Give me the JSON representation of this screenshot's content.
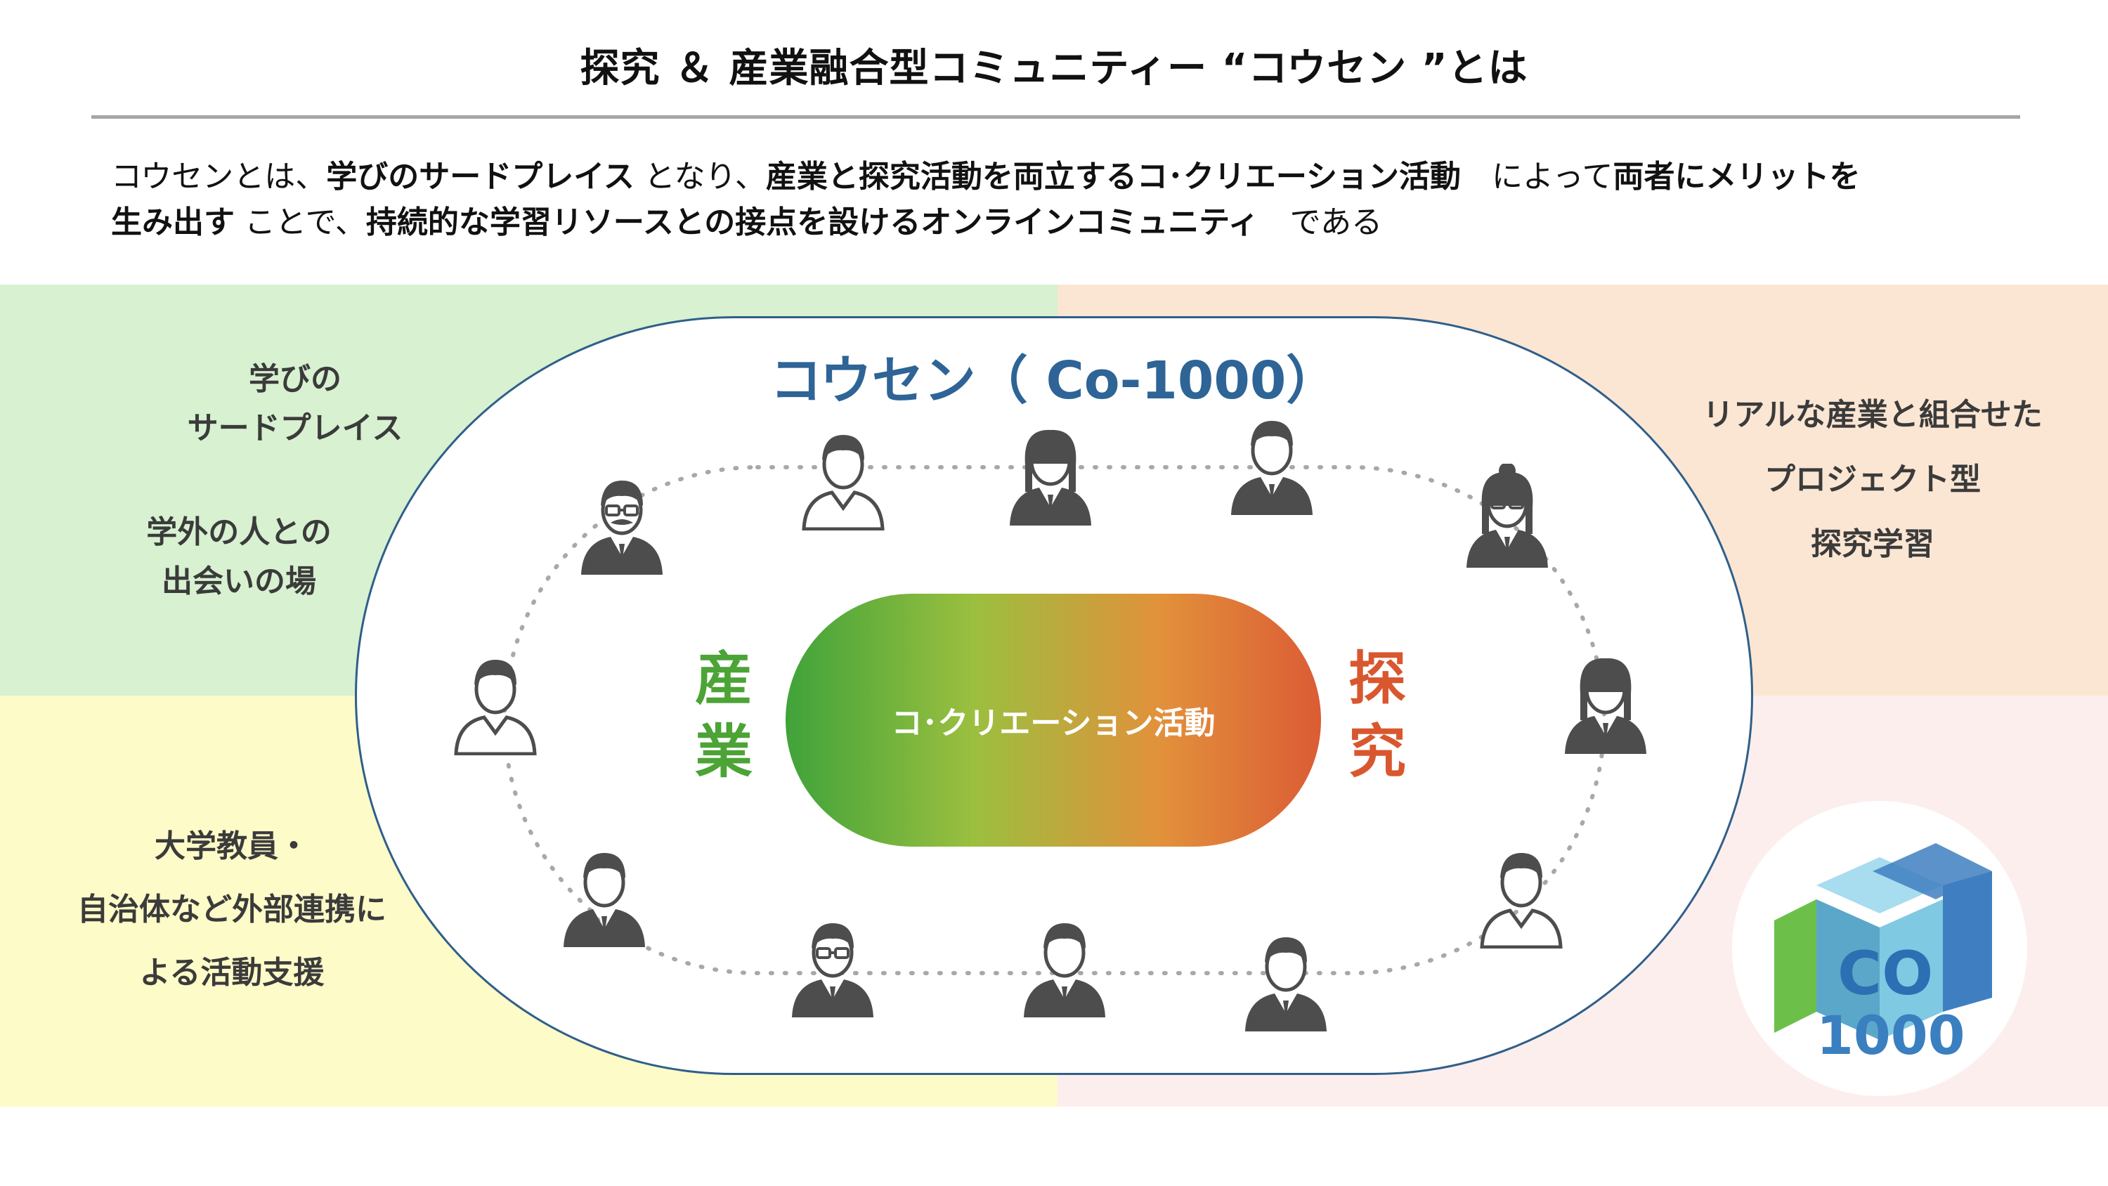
{
  "title": "探究 ＆ 産業融合型コミュニティー “コウセン ”とは",
  "intro": {
    "line1": [
      {
        "text": "コウセンとは、",
        "bold": false
      },
      {
        "text": "学びのサードプレイス",
        "bold": true
      },
      {
        "text": " となり、",
        "bold": false
      },
      {
        "text": "産業と探究活動を両立するコ･クリエーション活動",
        "bold": true
      },
      {
        "text": "　によって",
        "bold": false
      },
      {
        "text": "両者にメリットを",
        "bold": true
      }
    ],
    "line2": [
      {
        "text": "生み出す",
        "bold": true
      },
      {
        "text": " ことで、",
        "bold": false
      },
      {
        "text": "持続的な学習リソースとの接点を設けるオンラインコミュニティ",
        "bold": true
      },
      {
        "text": "　である",
        "bold": false
      }
    ]
  },
  "quadrants": {
    "top_left": {
      "color": "#d7f1d1",
      "lines_a": [
        "学びの",
        "サードプレイス"
      ],
      "lines_b": [
        "学外の人との",
        "出会いの場"
      ]
    },
    "bottom_left": {
      "color": "#fdfbc8",
      "lines": [
        "大学教員・",
        "自治体など外部連携に",
        "よる活動支援"
      ]
    },
    "top_right": {
      "color": "#fbe6d3",
      "lines": [
        "リアルな産業と組合せた",
        "プロジェクト型",
        "探究学習"
      ]
    },
    "bottom_right": {
      "color": "#fdeeee"
    }
  },
  "diagram": {
    "community_title": "コウセン（ Co-1000）",
    "core_label": "コ･クリエーション活動",
    "left_word": [
      "産",
      "業"
    ],
    "right_word": [
      "探",
      "究"
    ],
    "stadium_border_color": "#2f5f8a",
    "ring_color": "#a8a8a8",
    "person_color": "#4d4d4d",
    "people": [
      "person-mustache",
      "person-businessman-1",
      "person-woman-1",
      "person-businessman-2",
      "person-woman-glasses",
      "person-woman-2",
      "person-casual-1",
      "person-boy",
      "person-elder-bowtie",
      "person-elder-glasses",
      "person-businessman-3",
      "person-casual-2"
    ]
  },
  "logo": {
    "text_top": "CO",
    "text_bottom": "1000",
    "colors": [
      "#5ba7c9",
      "#7fc9e3",
      "#6cc04a",
      "#3f7fc1",
      "#a8dcef"
    ]
  }
}
